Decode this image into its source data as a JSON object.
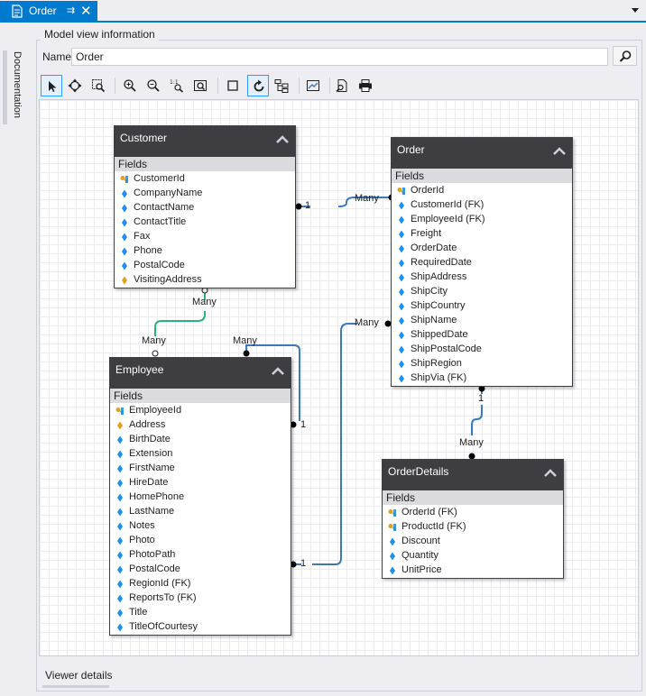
{
  "tab": {
    "title": "Order",
    "pin": "⇉",
    "close": "✕"
  },
  "sidebar": {
    "label": "Documentation"
  },
  "group": {
    "title": "Model view information"
  },
  "name_field": {
    "label": "Name",
    "value": "Order"
  },
  "viewer_details": "Viewer details",
  "colors": {
    "accent": "#007acc",
    "entity_header": "#3e3e42",
    "relation_blue": "#3c7ab5",
    "relation_green": "#2bb07a",
    "key_gold": "#e0a020",
    "field_blue": "#1e90e8"
  },
  "entities": {
    "customer": {
      "title": "Customer",
      "fields_label": "Fields",
      "fields": [
        {
          "name": "CustomerId",
          "icon": "key"
        },
        {
          "name": "CompanyName",
          "icon": "field"
        },
        {
          "name": "ContactName",
          "icon": "field"
        },
        {
          "name": "ContactTitle",
          "icon": "field"
        },
        {
          "name": "Fax",
          "icon": "field"
        },
        {
          "name": "Phone",
          "icon": "field"
        },
        {
          "name": "PostalCode",
          "icon": "field"
        },
        {
          "name": "VisitingAddress",
          "icon": "orange-field"
        }
      ]
    },
    "order": {
      "title": "Order",
      "fields_label": "Fields",
      "fields": [
        {
          "name": "OrderId",
          "icon": "key"
        },
        {
          "name": "CustomerId (FK)",
          "icon": "field"
        },
        {
          "name": "EmployeeId (FK)",
          "icon": "field"
        },
        {
          "name": "Freight",
          "icon": "field"
        },
        {
          "name": "OrderDate",
          "icon": "field"
        },
        {
          "name": "RequiredDate",
          "icon": "field"
        },
        {
          "name": "ShipAddress",
          "icon": "field"
        },
        {
          "name": "ShipCity",
          "icon": "field"
        },
        {
          "name": "ShipCountry",
          "icon": "field"
        },
        {
          "name": "ShipName",
          "icon": "field"
        },
        {
          "name": "ShippedDate",
          "icon": "field"
        },
        {
          "name": "ShipPostalCode",
          "icon": "field"
        },
        {
          "name": "ShipRegion",
          "icon": "field"
        },
        {
          "name": "ShipVia (FK)",
          "icon": "field"
        }
      ]
    },
    "employee": {
      "title": "Employee",
      "fields_label": "Fields",
      "fields": [
        {
          "name": "EmployeeId",
          "icon": "key"
        },
        {
          "name": "Address",
          "icon": "orange-field"
        },
        {
          "name": "BirthDate",
          "icon": "field"
        },
        {
          "name": "Extension",
          "icon": "field"
        },
        {
          "name": "FirstName",
          "icon": "field"
        },
        {
          "name": "HireDate",
          "icon": "field"
        },
        {
          "name": "HomePhone",
          "icon": "field"
        },
        {
          "name": "LastName",
          "icon": "field"
        },
        {
          "name": "Notes",
          "icon": "field"
        },
        {
          "name": "Photo",
          "icon": "field"
        },
        {
          "name": "PhotoPath",
          "icon": "field"
        },
        {
          "name": "PostalCode",
          "icon": "field"
        },
        {
          "name": "RegionId (FK)",
          "icon": "field"
        },
        {
          "name": "ReportsTo (FK)",
          "icon": "field"
        },
        {
          "name": "Title",
          "icon": "field"
        },
        {
          "name": "TitleOfCourtesy",
          "icon": "field"
        }
      ]
    },
    "orderdetails": {
      "title": "OrderDetails",
      "fields_label": "Fields",
      "fields": [
        {
          "name": "OrderId (FK)",
          "icon": "key"
        },
        {
          "name": "ProductId (FK)",
          "icon": "key"
        },
        {
          "name": "Discount",
          "icon": "field"
        },
        {
          "name": "Quantity",
          "icon": "field"
        },
        {
          "name": "UnitPrice",
          "icon": "field"
        }
      ]
    }
  },
  "relations": {
    "cust_order": {
      "one": "1",
      "many": "Many"
    },
    "cust_emp": {
      "many_top": "Many",
      "many_bottom": "Many"
    },
    "emp_self": {
      "many": "Many",
      "one": "1"
    },
    "emp_order": {
      "one": "1",
      "many": "Many"
    },
    "order_details": {
      "one": "1",
      "many": "Many"
    }
  }
}
